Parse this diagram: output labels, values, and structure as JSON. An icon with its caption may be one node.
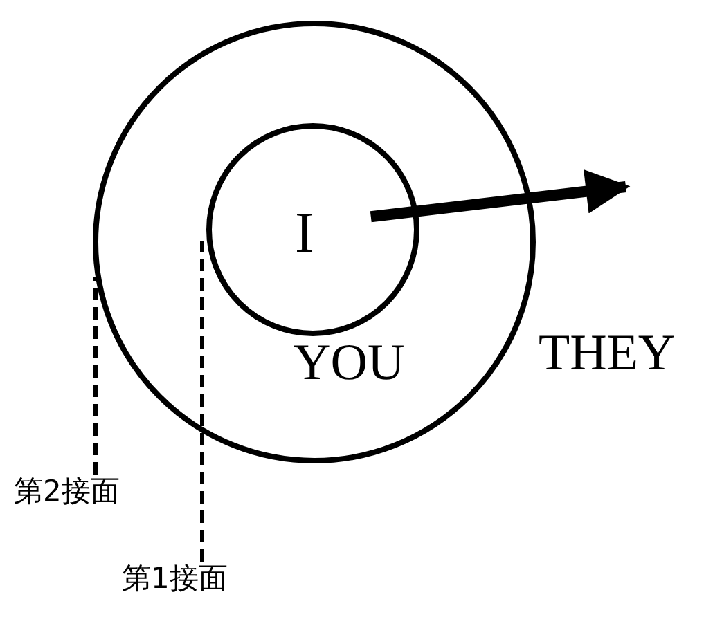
{
  "diagram": {
    "nodes": [
      {
        "text": [
          "YOU"
        ]
      },
      {
        "text": [
          "I"
        ],
        "in": 0
      },
      {
        "text": [
          "第2接面"
        ]
      },
      {
        "text": [
          "第1接面"
        ]
      }
    ],
    "edges": [
      {
        "from": 1,
        "to": null,
        "arrow": "to",
        "style": "thick"
      },
      {
        "from": 2,
        "to": 0,
        "arrow": "none",
        "style": "dashed"
      },
      {
        "from": 3,
        "to": 1,
        "arrow": "none",
        "style": "dashed"
      }
    ],
    "labels": [
      "THEY"
    ]
  }
}
